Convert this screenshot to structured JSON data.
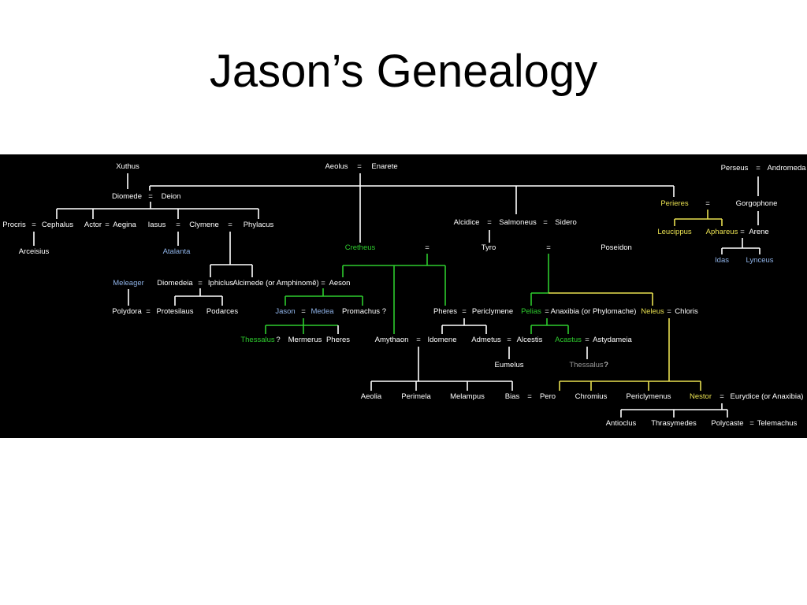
{
  "title": "Jason’s Genealogy",
  "colors": {
    "background": "#000000",
    "white": "#ffffff",
    "blue": "#8fb3e8",
    "green": "#2ecc2e",
    "yellow": "#e8e050",
    "gray": "#9a9a9a"
  },
  "nodes": {
    "xuthus": {
      "text": "Xuthus",
      "color": "white"
    },
    "diomede": {
      "text": "Diomede",
      "color": "white"
    },
    "eq_dd": {
      "text": "=",
      "color": "white"
    },
    "deion": {
      "text": "Deion",
      "color": "white"
    },
    "aeolus": {
      "text": "Aeolus",
      "color": "white"
    },
    "eq_ae": {
      "text": "=",
      "color": "white"
    },
    "enarete": {
      "text": "Enarete",
      "color": "white"
    },
    "perseus": {
      "text": "Perseus",
      "color": "white"
    },
    "eq_pa": {
      "text": "=",
      "color": "white"
    },
    "andromeda": {
      "text": "Andromeda",
      "color": "white"
    },
    "perieres": {
      "text": "Perieres",
      "color": "yellow"
    },
    "eq_pg": {
      "text": "=",
      "color": "white"
    },
    "gorgophone": {
      "text": "Gorgophone",
      "color": "white"
    },
    "procris": {
      "text": "Procris",
      "color": "white"
    },
    "eq_pc": {
      "text": "=",
      "color": "white"
    },
    "cephalus": {
      "text": "Cephalus",
      "color": "white"
    },
    "actor": {
      "text": "Actor",
      "color": "white"
    },
    "eq_aa": {
      "text": "=",
      "color": "white"
    },
    "aegina": {
      "text": "Aegina",
      "color": "white"
    },
    "iasus": {
      "text": "Iasus",
      "color": "white"
    },
    "eq_ic": {
      "text": "=",
      "color": "white"
    },
    "clymene": {
      "text": "Clymene",
      "color": "white"
    },
    "eq_cp": {
      "text": "=",
      "color": "white"
    },
    "phylacus": {
      "text": "Phylacus",
      "color": "white"
    },
    "alcidice": {
      "text": "Alcidice",
      "color": "white"
    },
    "eq_as": {
      "text": "=",
      "color": "white"
    },
    "salmoneus": {
      "text": "Salmoneus",
      "color": "white"
    },
    "eq_ss": {
      "text": "=",
      "color": "white"
    },
    "sidero": {
      "text": "Sidero",
      "color": "white"
    },
    "leucippus": {
      "text": "Leucippus",
      "color": "yellow"
    },
    "aphareus": {
      "text": "Aphareus",
      "color": "yellow"
    },
    "eq_ar": {
      "text": "=",
      "color": "white"
    },
    "arene": {
      "text": "Arene",
      "color": "white"
    },
    "arceisius": {
      "text": "Arceisius",
      "color": "white"
    },
    "atalanta": {
      "text": "Atalanta",
      "color": "blue"
    },
    "cretheus": {
      "text": "Cretheus",
      "color": "green"
    },
    "eq_ct": {
      "text": "=",
      "color": "white"
    },
    "tyro": {
      "text": "Tyro",
      "color": "white"
    },
    "eq_tp": {
      "text": "=",
      "color": "white"
    },
    "poseidon": {
      "text": "Poseidon",
      "color": "white"
    },
    "idas": {
      "text": "Idas",
      "color": "blue"
    },
    "lynceus": {
      "text": "Lynceus",
      "color": "blue"
    },
    "meleager": {
      "text": "Meleager",
      "color": "blue"
    },
    "diomedeia": {
      "text": "Diomedeia",
      "color": "white"
    },
    "eq_di": {
      "text": "=",
      "color": "white"
    },
    "iphiclus": {
      "text": "Iphiclus",
      "color": "white"
    },
    "alcimede": {
      "text": "Alcimede (or Amphinomê)",
      "color": "white"
    },
    "eq_alae": {
      "text": "=",
      "color": "white"
    },
    "aeson": {
      "text": "Aeson",
      "color": "white"
    },
    "polydora": {
      "text": "Polydora",
      "color": "white"
    },
    "eq_pp": {
      "text": "=",
      "color": "white"
    },
    "protesilaus": {
      "text": "Protesilaus",
      "color": "white"
    },
    "podarces": {
      "text": "Podarces",
      "color": "white"
    },
    "jason": {
      "text": "Jason",
      "color": "blue"
    },
    "eq_jm": {
      "text": "=",
      "color": "white"
    },
    "medea": {
      "text": "Medea",
      "color": "blue"
    },
    "promachus": {
      "text": "Promachus ?",
      "color": "white"
    },
    "pheres_s": {
      "text": "Pheres",
      "color": "white"
    },
    "eq_phpe": {
      "text": "=",
      "color": "white"
    },
    "periclymene": {
      "text": "Periclymene",
      "color": "white"
    },
    "pelias": {
      "text": "Pelias",
      "color": "green"
    },
    "eq_pan": {
      "text": "=",
      "color": "white"
    },
    "anaxibia_p": {
      "text": "Anaxibia (or Phylomache)",
      "color": "white"
    },
    "neleus": {
      "text": "Neleus",
      "color": "yellow"
    },
    "eq_nc": {
      "text": "=",
      "color": "white"
    },
    "chloris": {
      "text": "Chloris",
      "color": "white"
    },
    "thessalus1": {
      "text": "Thessalus",
      "color": "green"
    },
    "q1": {
      "text": "?",
      "color": "white"
    },
    "mermerus": {
      "text": "Mermerus",
      "color": "white"
    },
    "pheres_j": {
      "text": "Pheres",
      "color": "white"
    },
    "amythaon": {
      "text": "Amythaon",
      "color": "white"
    },
    "eq_ai": {
      "text": "=",
      "color": "white"
    },
    "idomene": {
      "text": "Idomene",
      "color": "white"
    },
    "admetus": {
      "text": "Admetus",
      "color": "white"
    },
    "eq_aal": {
      "text": "=",
      "color": "white"
    },
    "alcestis": {
      "text": "Alcestis",
      "color": "white"
    },
    "acastus": {
      "text": "Acastus",
      "color": "green"
    },
    "eq_aas": {
      "text": "=",
      "color": "white"
    },
    "astydameia": {
      "text": "Astydameia",
      "color": "white"
    },
    "eumelus": {
      "text": "Eumelus",
      "color": "white"
    },
    "thessalus2": {
      "text": "Thessalus",
      "color": "gray"
    },
    "q2": {
      "text": "?",
      "color": "white"
    },
    "aeolia": {
      "text": "Aeolia",
      "color": "white"
    },
    "perimela": {
      "text": "Perimela",
      "color": "white"
    },
    "melampus": {
      "text": "Melampus",
      "color": "white"
    },
    "bias": {
      "text": "Bias",
      "color": "white"
    },
    "eq_bp": {
      "text": "=",
      "color": "white"
    },
    "pero": {
      "text": "Pero",
      "color": "white"
    },
    "chromius": {
      "text": "Chromius",
      "color": "white"
    },
    "periclymenus": {
      "text": "Periclymenus",
      "color": "white"
    },
    "nestor": {
      "text": "Nestor",
      "color": "yellow"
    },
    "eq_ne": {
      "text": "=",
      "color": "white"
    },
    "eurydice": {
      "text": "Eurydice (or Anaxibia)",
      "color": "white"
    },
    "antioclus": {
      "text": "Antioclus",
      "color": "white"
    },
    "thrasymedes": {
      "text": "Thrasymedes",
      "color": "white"
    },
    "polycaste": {
      "text": "Polycaste",
      "color": "white"
    },
    "eq_pt": {
      "text": "=",
      "color": "white"
    },
    "telemachus": {
      "text": "Telemachus",
      "color": "white"
    }
  }
}
